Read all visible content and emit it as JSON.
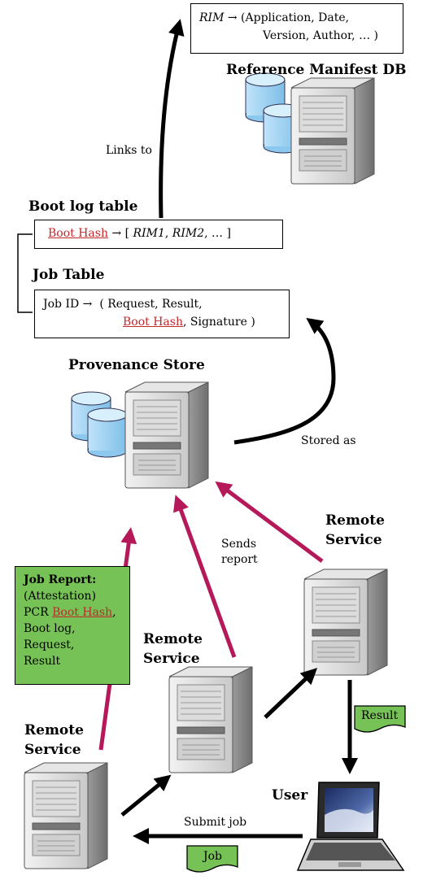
{
  "rim_box": {
    "key": "RIM",
    "arrow": "→",
    "line1": "(Application, Date,",
    "line2": "Version, Author, … )"
  },
  "reference_db": {
    "title": "Reference Manifest DB"
  },
  "links_to": "Links to",
  "boot_log": {
    "title": "Boot log table",
    "key": "Boot Hash",
    "arrow": "→",
    "open": "[",
    "rim1": "RIM1",
    "sep1": ",",
    "rim2": "RIM2",
    "rest": ", … ]"
  },
  "job_table": {
    "title": "Job Table",
    "key": "Job ID",
    "arrow": "→",
    "line1": "( Request, Result,",
    "hash": "Boot Hash",
    "line2_rest": ", Signature )"
  },
  "provenance": {
    "title": "Provenance Store"
  },
  "stored_as": "Stored as",
  "sends_report": {
    "line1": "Sends",
    "line2": "report"
  },
  "remote_right": {
    "line1": "Remote",
    "line2": "Service"
  },
  "remote_mid": {
    "line1": "Remote",
    "line2": "Service"
  },
  "remote_left": {
    "line1": "Remote",
    "line2": "Service"
  },
  "job_report": {
    "title": "Job Report:",
    "l1": "(Attestation)",
    "l2_pre": "PCR ",
    "l2_hash": "Boot Hash",
    "l2_post": ",",
    "l3": "Boot log,",
    "l4": "Request,",
    "l5": "Result"
  },
  "result_doc": "Result",
  "job_doc": "Job",
  "submit_job": "Submit job",
  "user": "User",
  "colors": {
    "hash_red": "#c0282c",
    "report_arrow": "#b5195a",
    "doc_green": "#77c257",
    "db_blue": "#a8d6f5"
  },
  "icons": [
    "server-icon",
    "database-icon",
    "laptop-icon",
    "document-icon"
  ]
}
